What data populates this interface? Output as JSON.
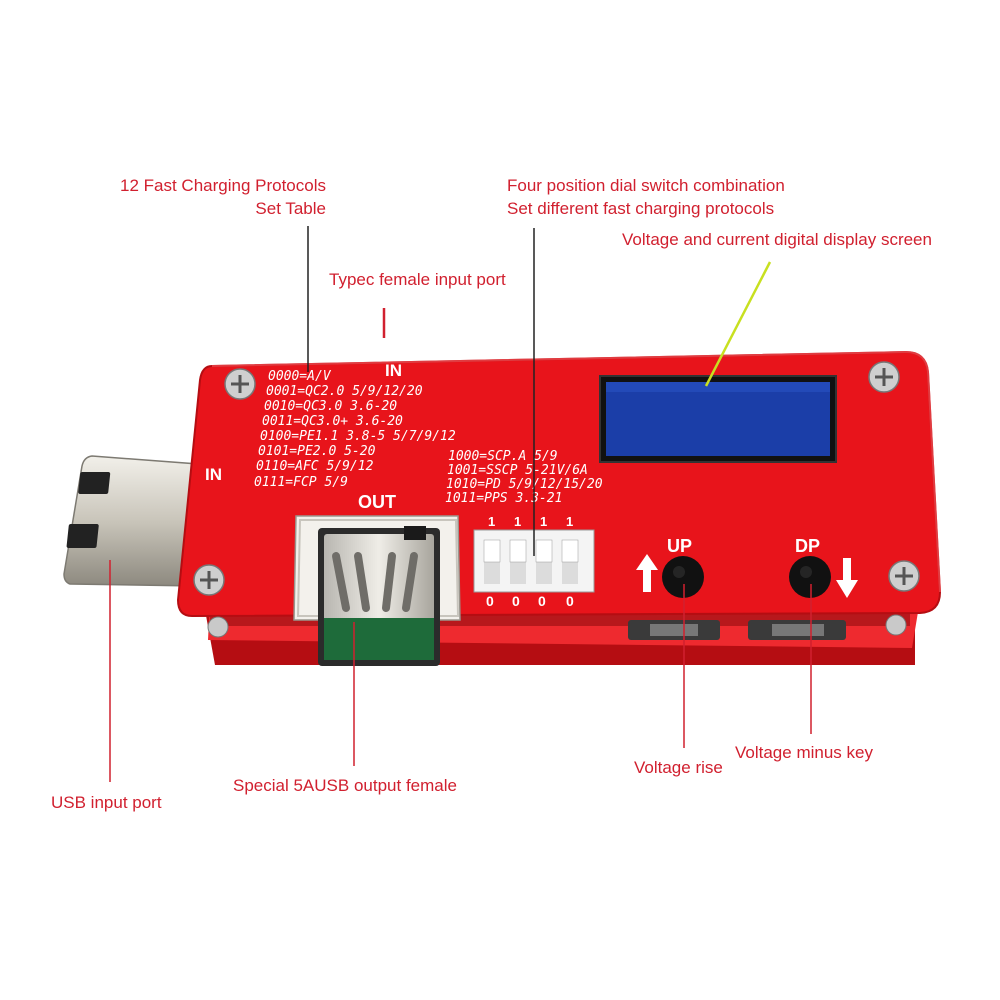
{
  "callouts": {
    "protocols_table": [
      "12 Fast Charging Protocols",
      "Set Table"
    ],
    "dial_switch": [
      "Four position dial switch combination",
      "Set different fast charging protocols"
    ],
    "display_screen": "Voltage and current digital display screen",
    "typec_input": "Typec female input port",
    "usb_input": "USB input port",
    "usb_output": "Special 5AUSB output female",
    "voltage_rise": "Voltage rise",
    "voltage_minus": "Voltage minus key"
  },
  "board": {
    "label_in_top": "IN",
    "label_in_left": "IN",
    "label_out": "OUT",
    "label_up": "UP",
    "label_dp": "DP",
    "protocols_left": [
      "0000=A/V",
      "0001=QC2.0  5/9/12/20",
      "0010=QC3.0  3.6-20",
      "0011=QC3.0+ 3.6-20",
      "0100=PE1.1 3.8-5 5/7/9/12",
      "0101=PE2.0 5-20",
      "0110=AFC 5/9/12",
      "0111=FCP 5/9"
    ],
    "protocols_right": [
      "1000=SCP.A 5/9",
      "1001=SSCP 5-21V/6A",
      "1010=PD  5/9/12/15/20",
      "1011=PPS 3.3-21"
    ],
    "dip_top": [
      "1",
      "1",
      "1",
      "1"
    ],
    "dip_bottom": [
      "0",
      "0",
      "0",
      "0"
    ]
  },
  "colors": {
    "board_red": "#e8141b",
    "callout_red": "#d1202f",
    "screen_blue": "#1b3ea8",
    "lime_leader": "#c8e020"
  }
}
